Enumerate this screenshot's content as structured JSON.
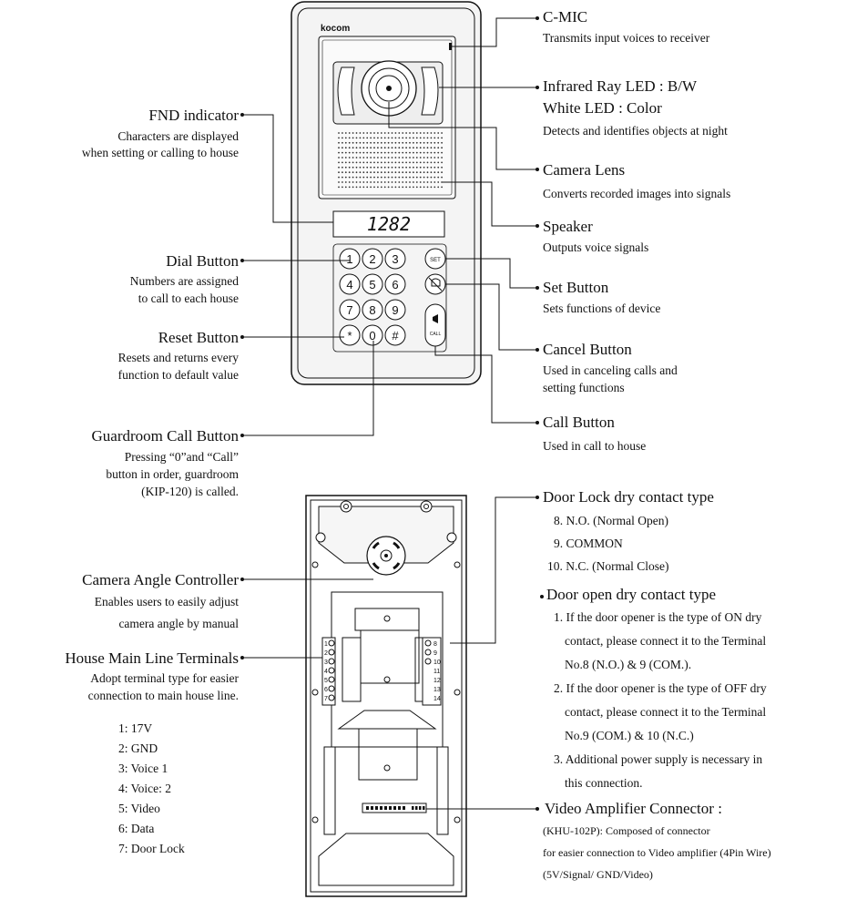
{
  "device": {
    "brand": "kocom",
    "fnd_display": "1282",
    "dial_keys": [
      "1",
      "2",
      "3",
      "4",
      "5",
      "6",
      "7",
      "8",
      "9",
      "*",
      "0",
      "#"
    ],
    "set_key": "SET",
    "call_key": "CALL",
    "terminal_numbers_left": [
      "1",
      "2",
      "3",
      "4",
      "5",
      "6",
      "7"
    ],
    "terminal_numbers_right": [
      "8",
      "9",
      "10",
      "11",
      "12",
      "13",
      "14"
    ]
  },
  "labels": {
    "cmic": {
      "title": "C-MIC",
      "desc": [
        "Transmits input voices to receiver"
      ]
    },
    "infrared": {
      "title": "Infrared Ray LED : B/W",
      "title2": "White LED : Color",
      "desc": [
        "Detects and identifies objects at night"
      ]
    },
    "camera_lens": {
      "title": "Camera Lens",
      "desc": [
        "Converts recorded images into signals"
      ]
    },
    "speaker": {
      "title": "Speaker",
      "desc": [
        "Outputs voice signals"
      ]
    },
    "set_button": {
      "title": "Set Button",
      "desc": [
        "Sets functions of device"
      ]
    },
    "cancel_button": {
      "title": "Cancel Button",
      "desc": [
        "Used in canceling calls and",
        "setting functions"
      ]
    },
    "call_button": {
      "title": "Call Button",
      "desc": [
        "Used in call to house"
      ]
    },
    "fnd": {
      "title": "FND indicator",
      "desc": [
        "Characters are displayed",
        "when setting or calling to house"
      ]
    },
    "dial": {
      "title": "Dial Button",
      "desc": [
        "Numbers are assigned",
        "to call to each house"
      ]
    },
    "reset": {
      "title": "Reset Button",
      "desc": [
        "Resets and returns every",
        "function to default value"
      ]
    },
    "guardroom": {
      "title": "Guardroom Call Button",
      "desc": [
        "Pressing “0”and “Call”",
        "button in order, guardroom",
        "(KIP-120) is called."
      ]
    },
    "camera_angle": {
      "title": "Camera Angle Controller",
      "desc": [
        "Enables users to easily  adjust",
        "camera angle by manual"
      ]
    },
    "house_terminals": {
      "title": "House Main Line Terminals",
      "desc": [
        "Adopt terminal type for easier",
        "connection to main house line."
      ]
    },
    "terminal_list": [
      "1: 17V",
      "2: GND",
      "3: Voice 1",
      "4: Voice: 2",
      "5: Video",
      "6: Data",
      "7: Door Lock"
    ],
    "door_lock": {
      "title": "Door Lock dry contact type",
      "items": [
        "8. N.O. (Normal Open)",
        "9. COMMON",
        "10. N.C. (Normal Close)"
      ]
    },
    "door_open": {
      "title": "Door open dry contact type",
      "items": [
        "1. If the door opener is the type of ON dry",
        "contact, please connect it to the Terminal",
        "No.8 (N.O.) & 9 (COM.).",
        "2. If the door opener is the type of OFF dry",
        "contact, please connect it to the Terminal",
        "No.9 (COM.) & 10 (N.C.)",
        "3. Additional power supply is necessary in",
        "this connection."
      ]
    },
    "video_amp": {
      "title": "Video Amplifier Connector :",
      "desc": [
        "(KHU-102P): Composed of connector",
        "for easier connection to Video amplifier (4Pin Wire)",
        "(5V/Signal/ GND/Video)"
      ]
    }
  }
}
